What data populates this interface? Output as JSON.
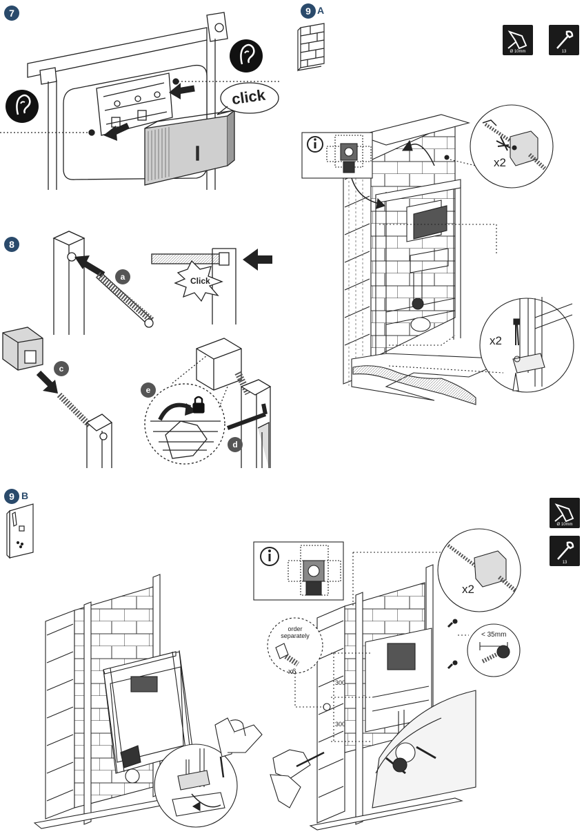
{
  "steps": {
    "s7": "7",
    "s8": "8",
    "s9a_num": "9",
    "s9a_sub": "A",
    "s9b_num": "9",
    "s9b_sub": "B"
  },
  "labels": {
    "click_big": "click",
    "click_small": "Click",
    "sub_a": "a",
    "sub_c": "c",
    "sub_d": "d",
    "sub_e": "e",
    "x2_a_top": "x2",
    "x2_a_bottom": "x2",
    "x2_b": "x2",
    "order_separately": "order separately",
    "x6": "x6",
    "dim_300_top": "300",
    "dim_300_bottom": "300",
    "max_35": "< 35mm"
  },
  "tools": {
    "drill_a": "Ø 10mm",
    "wrench_a": "13",
    "drill_b": "Ø 10mm",
    "wrench_b": "13"
  },
  "icons": [
    "ear-icon",
    "lock-icon",
    "info-icon",
    "drill-icon",
    "wrench-icon",
    "brick-wall-icon",
    "drywall-panel-icon"
  ]
}
